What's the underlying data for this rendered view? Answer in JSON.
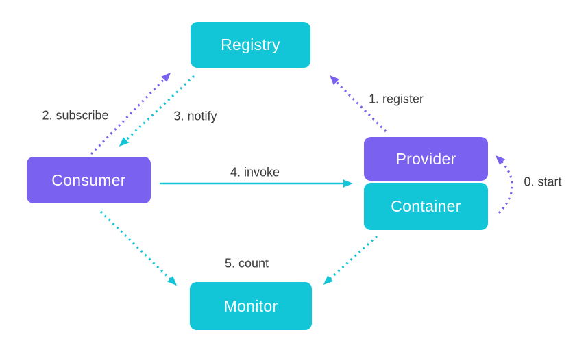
{
  "diagram": {
    "nodes": [
      {
        "id": "registry",
        "label": "Registry",
        "color": "cyan"
      },
      {
        "id": "consumer",
        "label": "Consumer",
        "color": "purple"
      },
      {
        "id": "provider",
        "label": "Provider",
        "color": "purple"
      },
      {
        "id": "container",
        "label": "Container",
        "color": "cyan"
      },
      {
        "id": "monitor",
        "label": "Monitor",
        "color": "cyan"
      }
    ],
    "edges": [
      {
        "id": "start",
        "label": "0. start",
        "from": "container",
        "to": "provider",
        "style": "dotted",
        "color": "purple"
      },
      {
        "id": "register",
        "label": "1. register",
        "from": "provider",
        "to": "registry",
        "style": "dotted",
        "color": "purple"
      },
      {
        "id": "subscribe",
        "label": "2. subscribe",
        "from": "consumer",
        "to": "registry",
        "style": "dotted",
        "color": "purple"
      },
      {
        "id": "notify",
        "label": "3. notify",
        "from": "registry",
        "to": "consumer",
        "style": "dotted",
        "color": "cyan"
      },
      {
        "id": "invoke",
        "label": "4. invoke",
        "from": "consumer",
        "to": "provider",
        "style": "solid",
        "color": "cyan"
      },
      {
        "id": "count",
        "label": "5. count",
        "from": "consumer",
        "to": "monitor",
        "style": "dotted",
        "color": "cyan"
      }
    ]
  },
  "colors": {
    "purple": "#7b61f0",
    "cyan": "#12c6d8",
    "label_text": "#3c3c3c",
    "node_text": "#ffffff",
    "background": "#ffffff"
  }
}
